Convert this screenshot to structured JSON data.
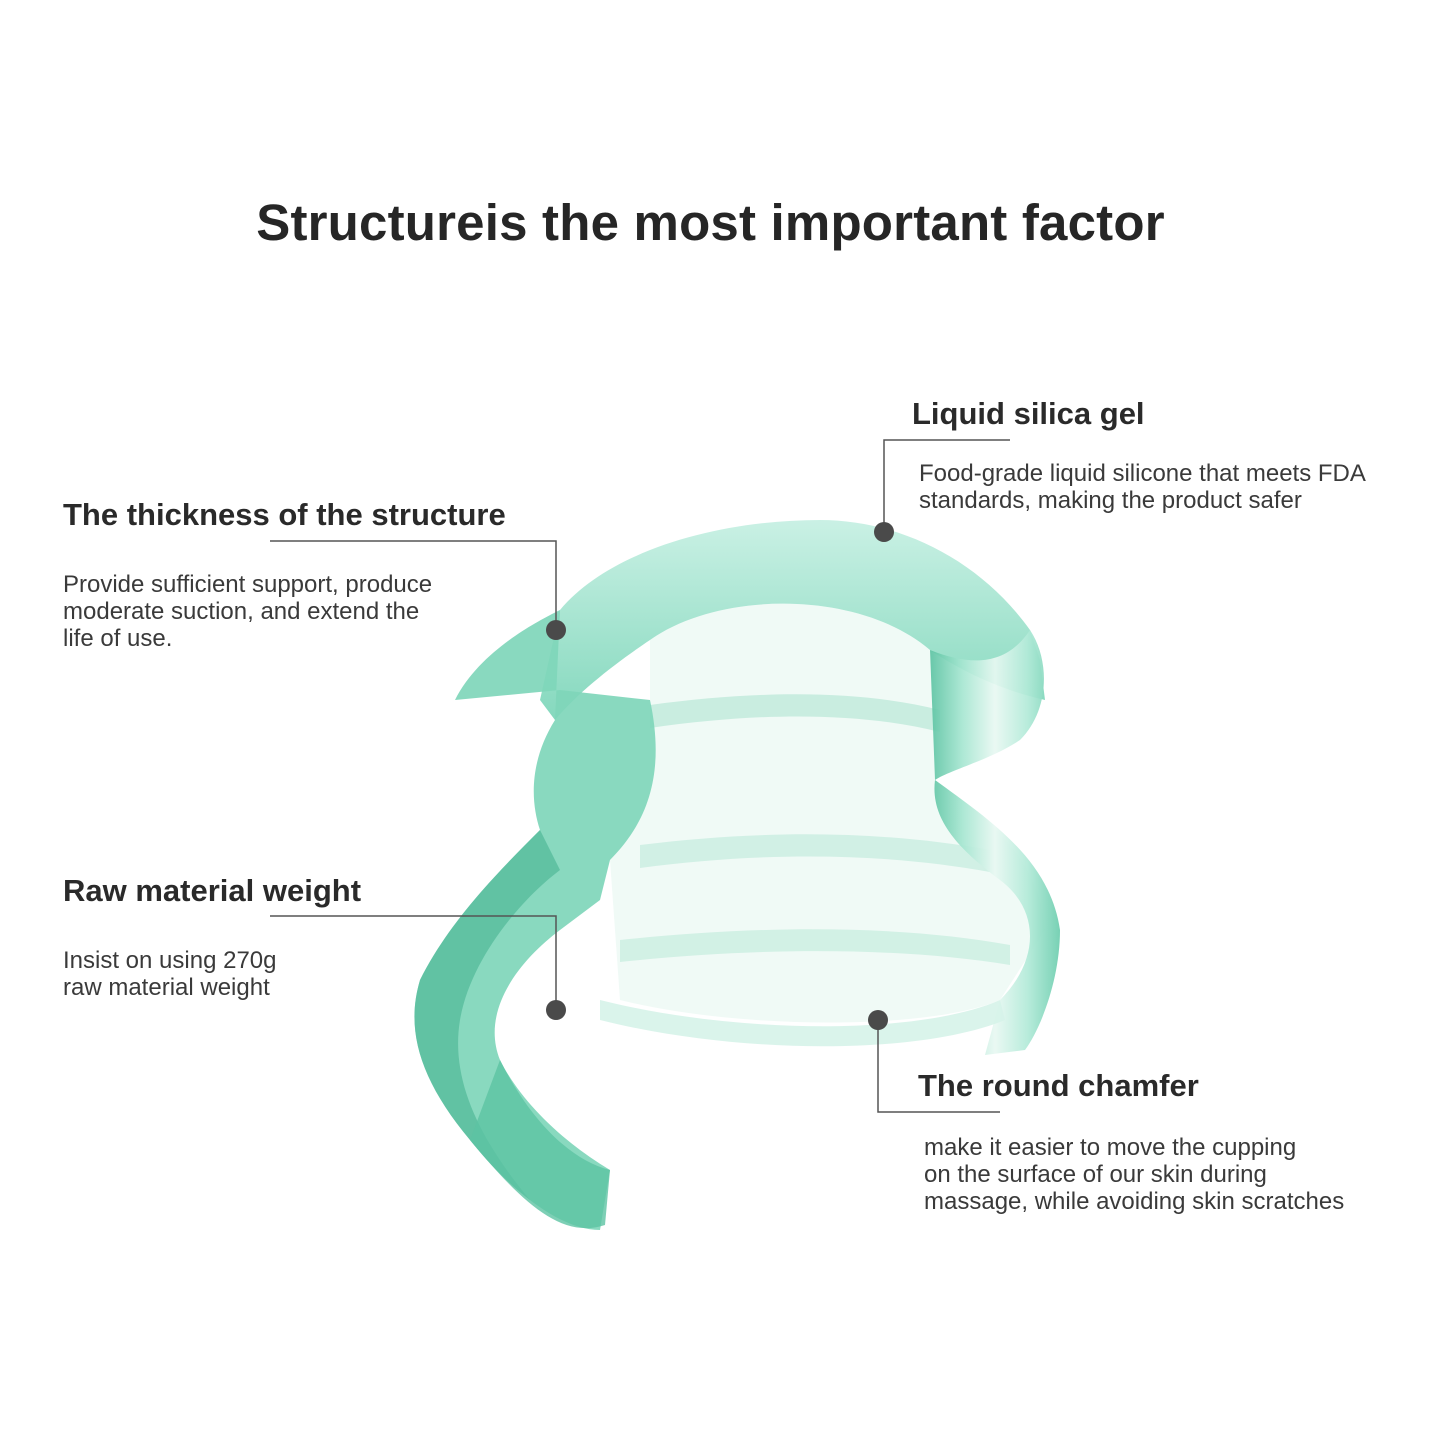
{
  "headline": "Structureis the most important factor",
  "features": {
    "thickness": {
      "title": "The thickness of the structure",
      "description": "Provide sufficient support, produce\nmoderate suction, and extend the\nlife of use."
    },
    "raw_material": {
      "title": "Raw material weight",
      "description": "Insist on using 270g\nraw material weight"
    },
    "liquid_silica": {
      "title": "Liquid silica gel",
      "description": "Food-grade liquid silicone that meets FDA\nstandards, making the product safer"
    },
    "round_chamfer": {
      "title": "The round chamfer",
      "description": "make it easier to move the cupping\non the surface of our skin during\nmassage, while avoiding skin scratches"
    }
  },
  "colors": {
    "silicone_main": "#8fdcc4",
    "silicone_dark": "#3fae8c",
    "silicone_light": "#e4f7f0",
    "marker_dot": "#4a4a4a",
    "leader_line": "#555555"
  }
}
